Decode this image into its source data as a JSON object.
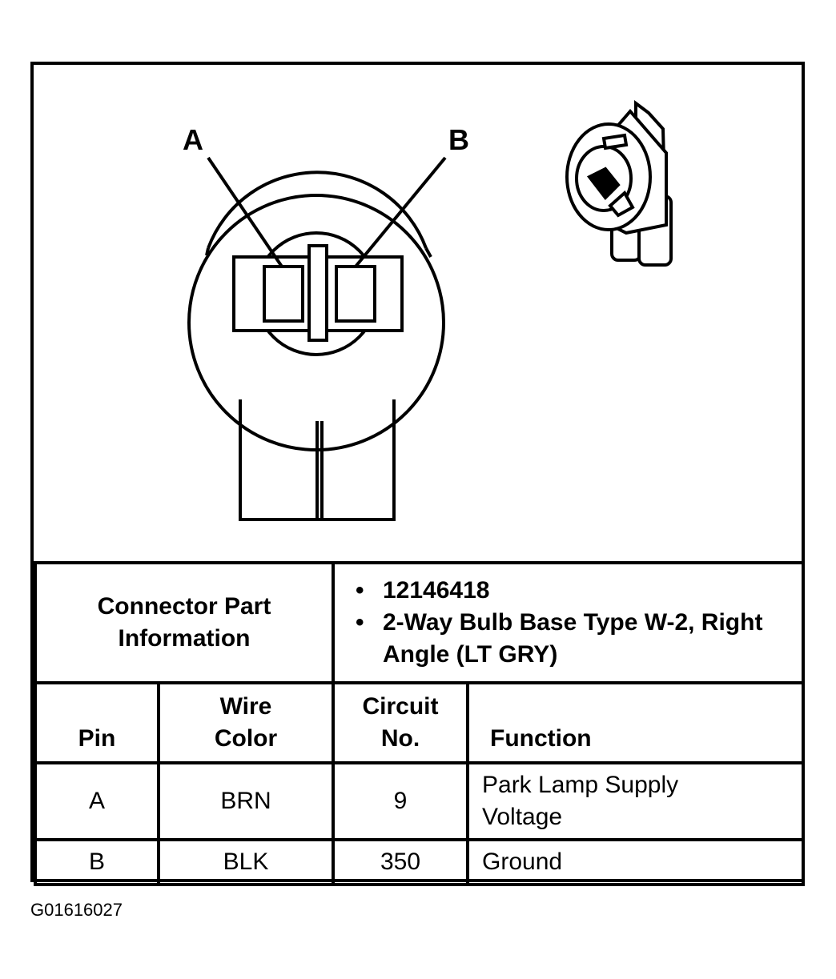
{
  "diagram": {
    "pin_labels": [
      "A",
      "B"
    ]
  },
  "connector_info": {
    "label": "Connector Part Information",
    "part_number": "12146418",
    "description": "2-Way Bulb Base Type W-2, Right Angle (LT GRY)"
  },
  "pin_table": {
    "headers": {
      "pin": "Pin",
      "wire_color": "Wire Color",
      "circuit": "Circuit No.",
      "function": "Function"
    },
    "rows": [
      {
        "pin": "A",
        "wire_color": "BRN",
        "circuit": "9",
        "function": "Park Lamp Supply Voltage"
      },
      {
        "pin": "B",
        "wire_color": "BLK",
        "circuit": "350",
        "function": "Ground"
      }
    ]
  },
  "figure_id": "G01616027"
}
